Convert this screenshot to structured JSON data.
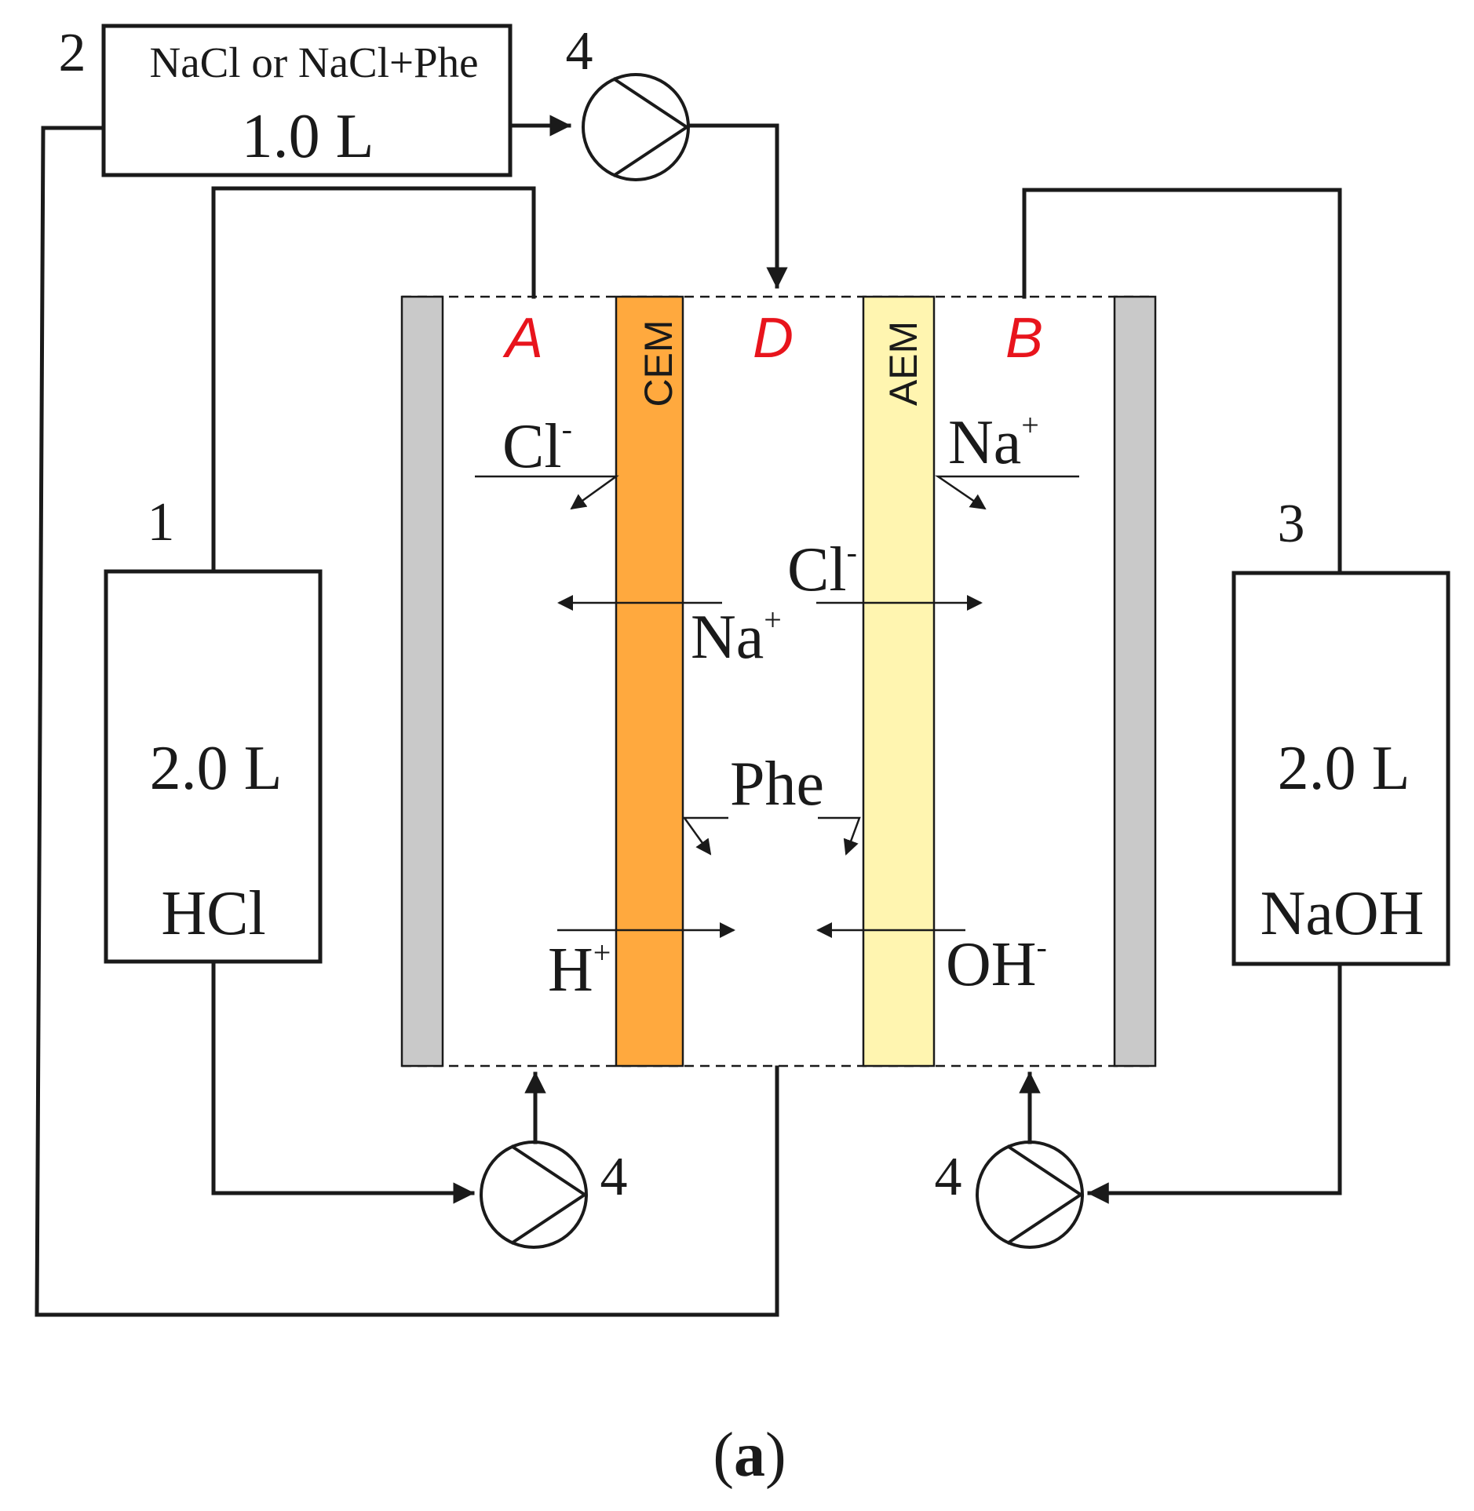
{
  "colors": {
    "line": "#1a1a1a",
    "electrode": "#c9c9c9",
    "cem": "#ffa93e",
    "aem": "#fff5b0",
    "compartment_label": "#e8141c"
  },
  "tanks": {
    "tank1": {
      "number": "1",
      "volume": "2.0 L",
      "solution": "HCl"
    },
    "tank2": {
      "number": "2",
      "solution": "NaCl or NaCl+Phe",
      "volume": "1.0 L"
    },
    "tank3": {
      "number": "3",
      "volume": "2.0 L",
      "solution": "NaOH"
    }
  },
  "pumps": {
    "pump_top": "4",
    "pump_left": "4",
    "pump_right": "4"
  },
  "membranes": {
    "cem": "CEM",
    "aem": "AEM"
  },
  "compartments": {
    "a": "A",
    "d": "D",
    "b": "B"
  },
  "ions": {
    "cl_left": {
      "base": "Cl",
      "charge": "-"
    },
    "na_right": {
      "base": "Na",
      "charge": "+"
    },
    "cl_middle": {
      "base": "Cl",
      "charge": "-"
    },
    "na_middle": {
      "base": "Na",
      "charge": "+"
    },
    "phe": "Phe",
    "h": {
      "base": "H",
      "charge": "+"
    },
    "oh": {
      "base": "OH",
      "charge": "-"
    }
  },
  "caption": {
    "open": "(",
    "letter": "a",
    "close": ")"
  }
}
